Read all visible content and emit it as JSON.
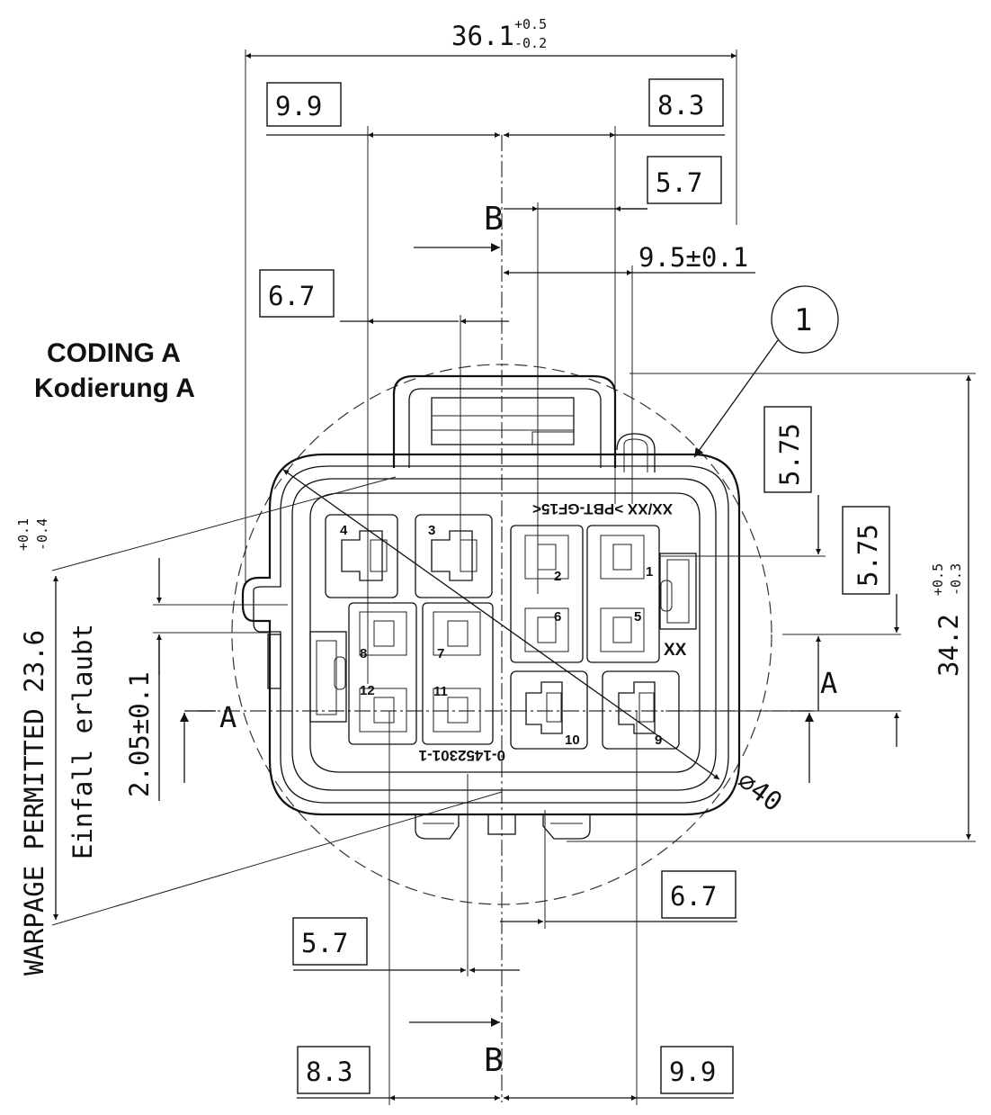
{
  "drawing": {
    "coding_title": "CODING  A",
    "coding_subtitle": "Kodierung  A",
    "warpage_label": "WARPAGE PERMITTED 23.6",
    "warpage_tol_upper": "+0.1",
    "warpage_tol_lower": "-0.4",
    "einfall_label": "Einfall erlaubt",
    "mold_text_top": "XX/XX  >PBT-GF15<",
    "mold_text_bottom": "0-1452301-1",
    "xx_label": "XX",
    "balloon": "1",
    "section_a": "A",
    "section_b": "B",
    "dimensions": {
      "overall_width": "36.1",
      "overall_width_tol_upper": "+0.5",
      "overall_width_tol_lower": "-0.2",
      "overall_height": "34.2",
      "overall_height_tol_upper": "+0.5",
      "overall_height_tol_lower": "-0.3",
      "top_left": "9.9",
      "top_right": "8.3",
      "top_right_inner": "5.7",
      "center_offset": "9.5±0.1",
      "left_upper": "6.7",
      "right_upper": "5.75",
      "right_lower": "5.75",
      "left_vertical": "2.05±0.1",
      "diameter": "⌀40",
      "bottom_right_upper": "6.7",
      "bottom_left_upper": "5.7",
      "bottom_left": "8.3",
      "bottom_right": "9.9"
    },
    "cavities": [
      "1",
      "2",
      "3",
      "4",
      "5",
      "6",
      "7",
      "8",
      "9",
      "10",
      "11",
      "12"
    ]
  }
}
